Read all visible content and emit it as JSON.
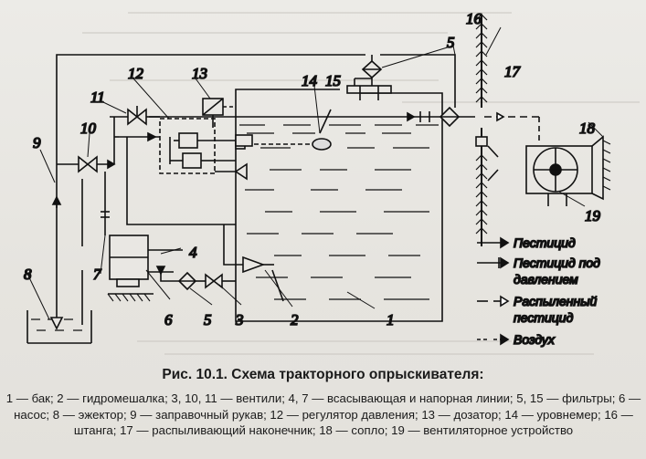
{
  "figure": {
    "caption": "Рис. 10.1. Схема тракторного опрыскивателя:",
    "explanation": "1 — бак; 2 — гидромешалка; 3, 10, 11 — вентили; 4, 7 — всасывающая и напорная линии; 5, 15 — фильтры; 6 — насос; 8 — эжектор; 9 — заправочный рукав; 12 — регулятор давления; 13 — дозатор; 14 — уровнемер; 16 — штанга; 17 — распыливающий наконечник; 18 — сопло; 19 — вентиляторное устройство"
  },
  "labels": [
    "1",
    "2",
    "3",
    "4",
    "5",
    "5",
    "6",
    "7",
    "8",
    "9",
    "10",
    "11",
    "12",
    "13",
    "14",
    "15",
    "16",
    "17",
    "18",
    "19"
  ],
  "legend": [
    {
      "marker": "pesticide",
      "text": "Пестицид"
    },
    {
      "marker": "pressure",
      "text": "Пестицид под"
    },
    {
      "marker": "pressure-cont",
      "text": "давлением"
    },
    {
      "marker": "sprayed",
      "text": "Распыленный"
    },
    {
      "marker": "sprayed-cont",
      "text": "пестицид"
    },
    {
      "marker": "air",
      "text": "Воздух"
    }
  ]
}
